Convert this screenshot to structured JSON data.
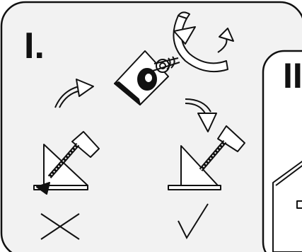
{
  "panels": {
    "first": {
      "step_label": "I.",
      "steps": [
        {
          "id": "drive-screw-wrong",
          "outcome": "incorrect",
          "outcome_glyph": "cross"
        },
        {
          "id": "drive-screw-right",
          "outcome": "correct",
          "outcome_glyph": "checkmark"
        }
      ]
    },
    "second": {
      "step_label": "II"
    }
  },
  "colors": {
    "ink": "#111111",
    "panel_fill": "#f2f2f2",
    "paper": "#ffffff"
  }
}
